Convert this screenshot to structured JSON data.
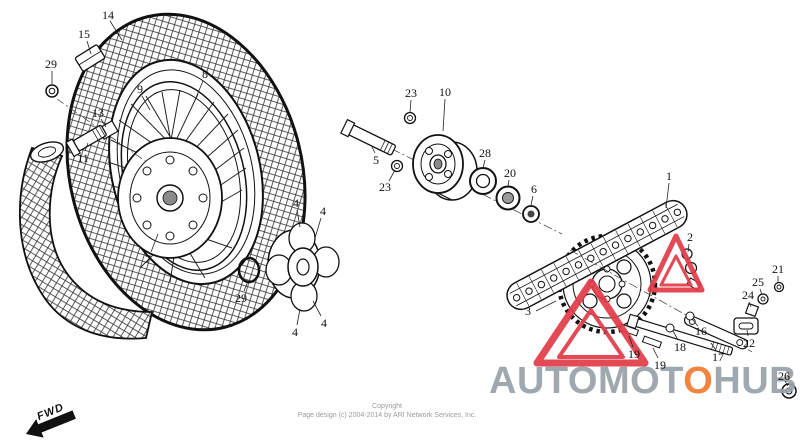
{
  "callouts": [
    "14",
    "15",
    "29",
    "13",
    "11",
    "9",
    "8",
    "7",
    "29",
    "4",
    "4",
    "4",
    "4",
    "23",
    "10",
    "5",
    "23",
    "28",
    "20",
    "6",
    "1",
    "2",
    "3",
    "19",
    "19",
    "18",
    "16",
    "17",
    "22",
    "24",
    "25",
    "21",
    "26"
  ],
  "watermark": {
    "prefix": "AUTOMOT",
    "accent": "O",
    "suffix": "HUB",
    "text_color": "#99a1a9",
    "accent_color": "#ee7b2f",
    "logo_color": "#e23b47"
  },
  "copyright": {
    "line1": "Copyright",
    "line2": "Page design (c) 2004-2014 by ARI Network Services, Inc."
  },
  "fwd": {
    "label": "FWD"
  }
}
